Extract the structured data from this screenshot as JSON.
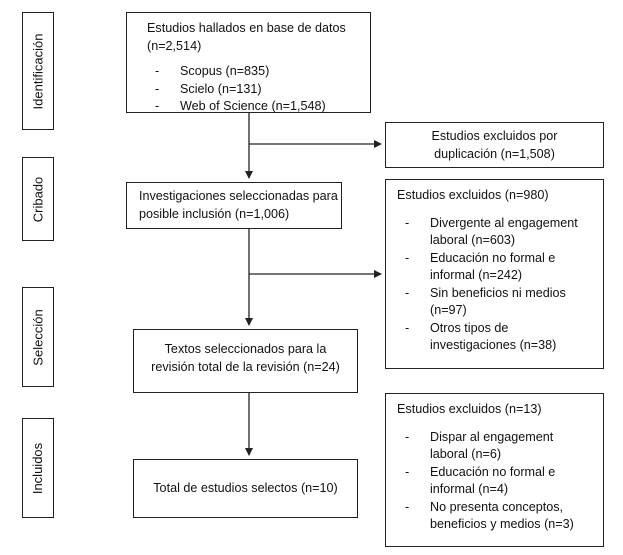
{
  "stages": [
    {
      "label": "Identificación"
    },
    {
      "label": "Cribado"
    },
    {
      "label": "Selección"
    },
    {
      "label": "Incluidos"
    }
  ],
  "identification": {
    "title": "Estudios hallados en base de datos (n=2,514)",
    "sources": [
      "Scopus (n=835)",
      "Scielo (n=131)",
      "Web of Science (n=1,548)"
    ]
  },
  "duplicates": {
    "line1": "Estudios excluidos por",
    "line2": "duplicación (n=1,508)"
  },
  "screening": {
    "line1": "Investigaciones seleccionadas para",
    "line2": "posible inclusión (n=1,006)"
  },
  "excluded_screening": {
    "title": "Estudios excluidos (n=980)",
    "items": [
      [
        "Divergente al engagement",
        "laboral (n=603)"
      ],
      [
        "Educación no formal e",
        "informal (n=242)"
      ],
      [
        "Sin beneficios ni medios",
        "(n=97)"
      ],
      [
        "Otros tipos de",
        "investigaciones (n=38)"
      ]
    ]
  },
  "selection": {
    "line1": "Textos seleccionados para la",
    "line2": "revisión total de la revisión (n=24)"
  },
  "excluded_selection": {
    "title": "Estudios excluidos (n=13)",
    "items": [
      [
        "Dispar al engagement",
        "laboral (n=6)"
      ],
      [
        "Educación no formal e",
        "informal (n=4)"
      ],
      [
        "No presenta conceptos,",
        "beneficios y medios (n=3)"
      ]
    ]
  },
  "included": {
    "label": "Total de estudios selectos (n=10)"
  }
}
